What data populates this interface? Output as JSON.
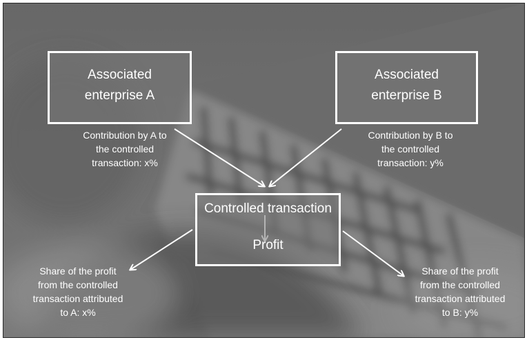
{
  "diagram": {
    "enterprise_a": {
      "line1": "Associated",
      "line2": "enterprise A"
    },
    "enterprise_b": {
      "line1": "Associated",
      "line2": "enterprise B"
    },
    "controlled": {
      "title": "Controlled transaction",
      "profit": "Profit"
    },
    "contribution_a": [
      "Contribution by A to",
      "the controlled",
      "transaction: x%"
    ],
    "contribution_b": [
      "Contribution by B to",
      "the controlled",
      "transaction: y%"
    ],
    "share_a": [
      "Share of the profit",
      "from the controlled",
      "transaction attributed",
      "to A: x%"
    ],
    "share_b": [
      "Share of the profit",
      "from the controlled",
      "transaction attributed",
      "to B: y%"
    ]
  },
  "colors": {
    "background": "#6b6b6b",
    "box_border": "#ffffff",
    "text": "#ffffff"
  }
}
